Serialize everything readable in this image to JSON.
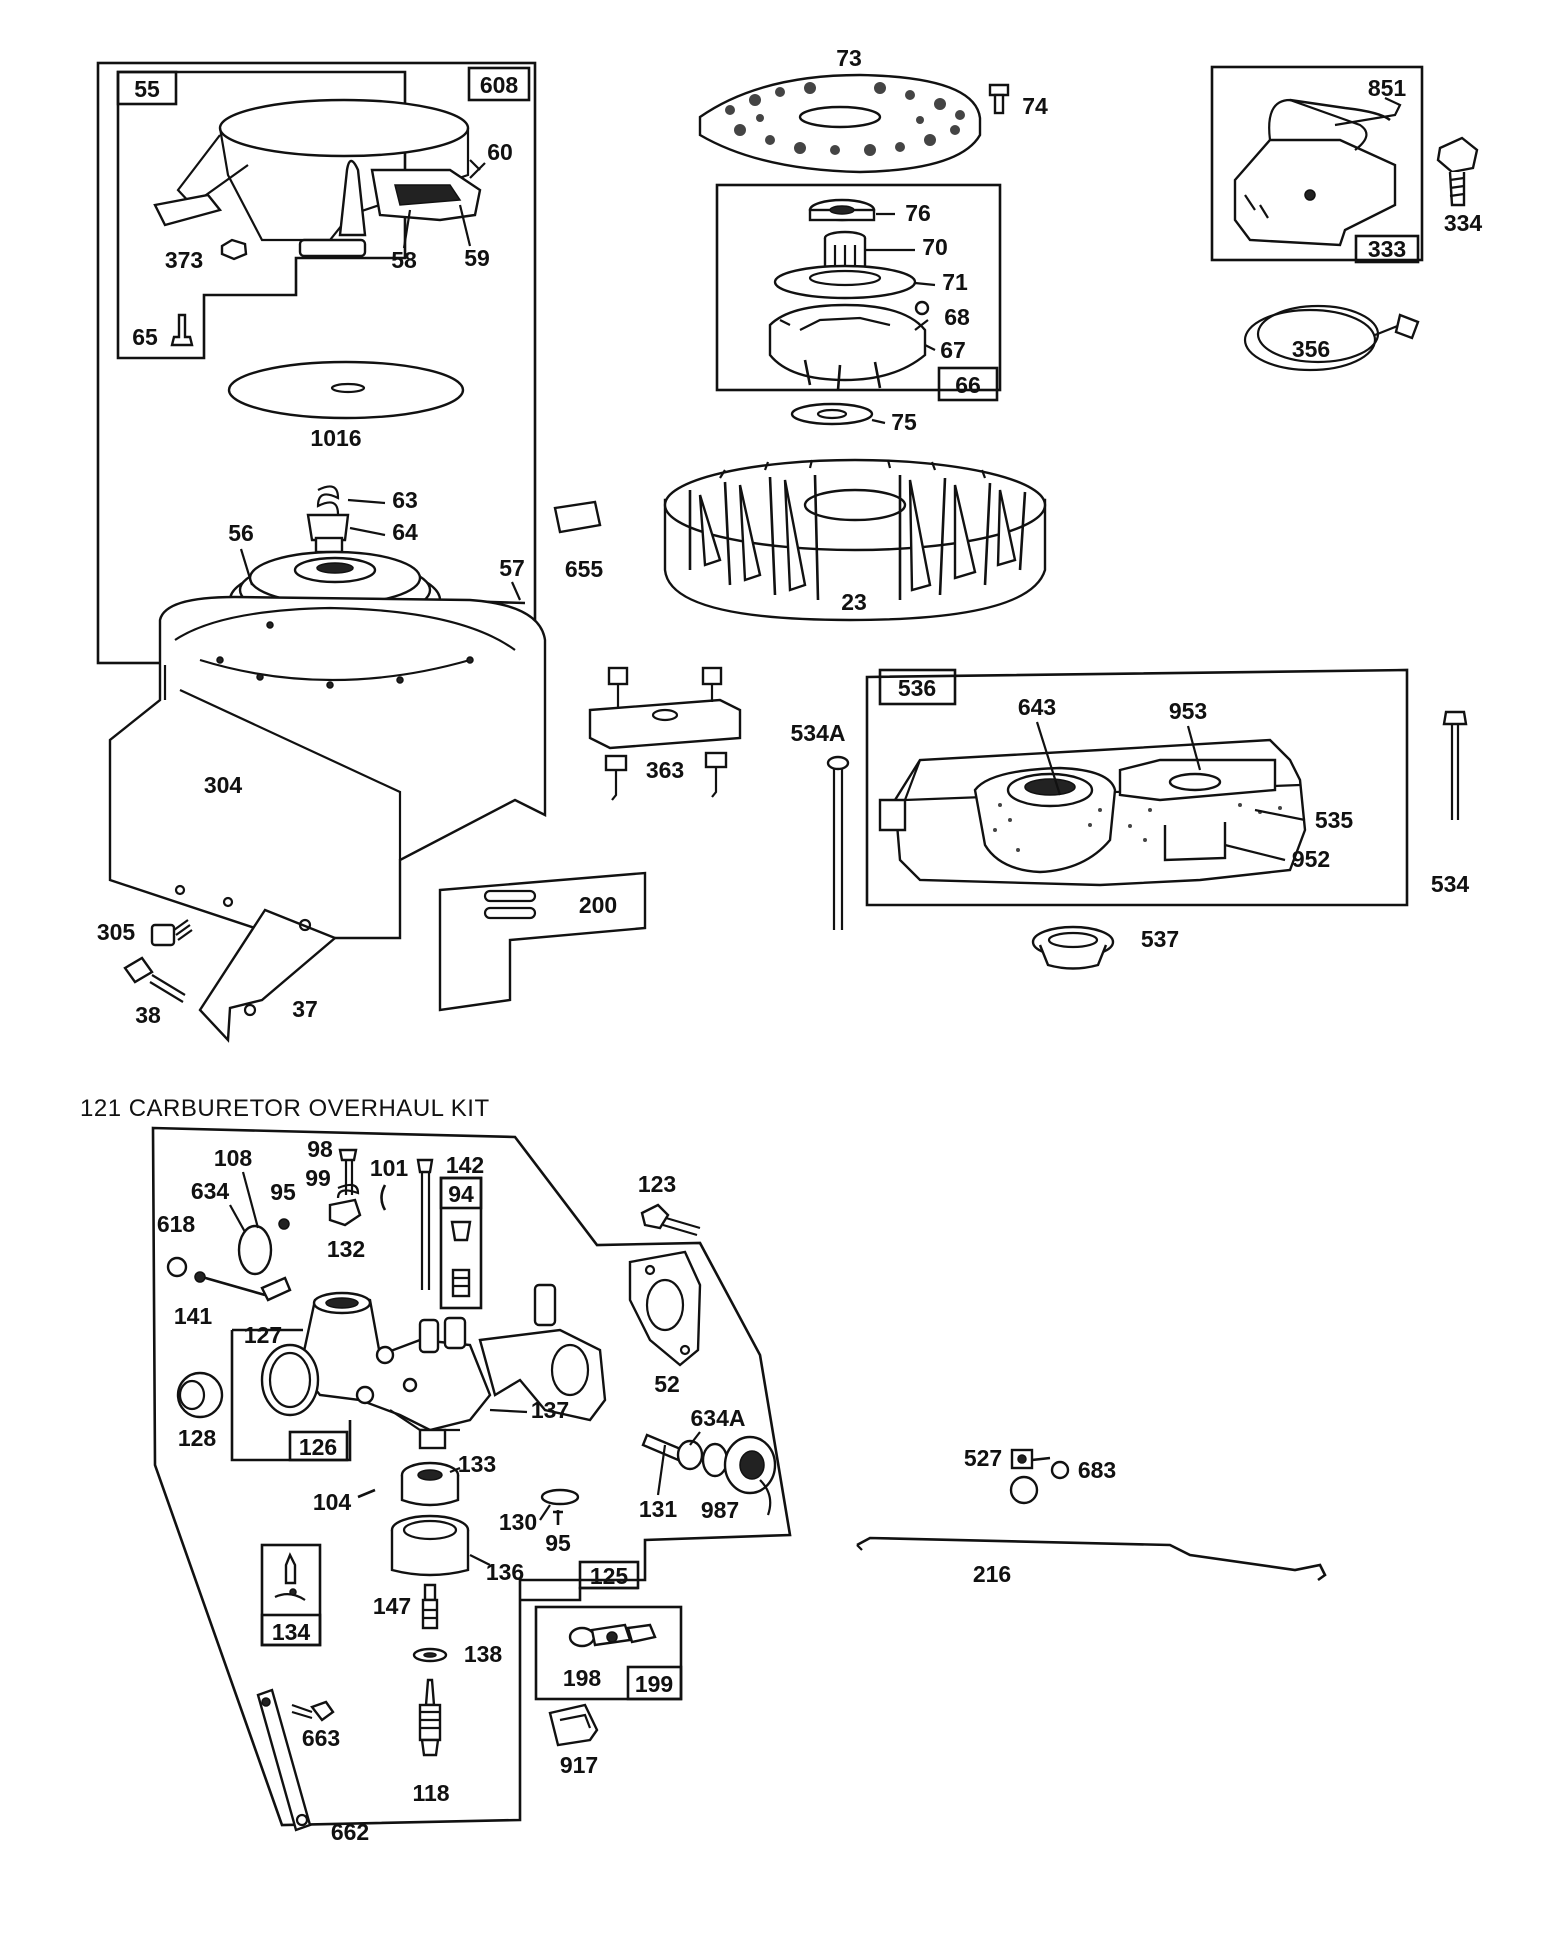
{
  "kit_caption": "121 CARBURETOR OVERHAUL KIT",
  "colors": {
    "ink": "#111111",
    "background": "#ffffff"
  },
  "boxes": [
    "55",
    "608",
    "66",
    "333",
    "536",
    "126",
    "94",
    "134",
    "125",
    "199"
  ],
  "labels": {
    "p73": "73",
    "p74": "74",
    "p851": "851",
    "p334": "334",
    "p356": "356",
    "p60": "60",
    "p373": "373",
    "p58": "58",
    "p59": "59",
    "p65": "65",
    "p76": "76",
    "p70": "70",
    "p71": "71",
    "p68": "68",
    "p67": "67",
    "p75": "75",
    "p1016": "1016",
    "p63": "63",
    "p64": "64",
    "p56": "56",
    "p57": "57",
    "p655": "655",
    "p23": "23",
    "p304": "304",
    "p363": "363",
    "p534A": "534A",
    "p643": "643",
    "p953": "953",
    "p535": "535",
    "p952": "952",
    "p534": "534",
    "p537": "537",
    "p200": "200",
    "p305": "305",
    "p38": "38",
    "p37": "37",
    "p123": "123",
    "p98": "98",
    "p99": "99",
    "p101": "101",
    "p142": "142",
    "p108": "108",
    "p634": "634",
    "p95a": "95",
    "p618": "618",
    "p132": "132",
    "p141": "141",
    "p127": "127",
    "p52": "52",
    "p128": "128",
    "p137": "137",
    "p634A": "634A",
    "p131": "131",
    "p987": "987",
    "p104": "104",
    "p133": "133",
    "p130": "130",
    "p95b": "95",
    "p136": "136",
    "p147": "147",
    "p138": "138",
    "p198": "198",
    "p917": "917",
    "p663": "663",
    "p118": "118",
    "p662": "662",
    "p527": "527",
    "p683": "683",
    "p216": "216"
  }
}
